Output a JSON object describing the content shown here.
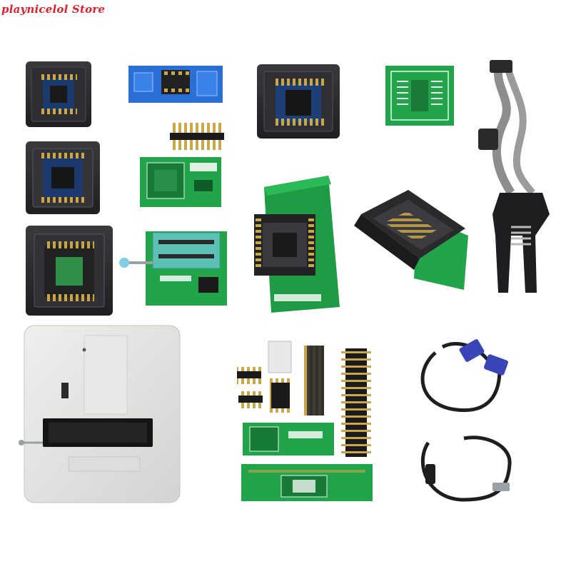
{
  "watermark": {
    "text": "playnicelol Store",
    "color": "#e0202a"
  },
  "colors": {
    "pcb_green": "#21a44a",
    "pcb_blue": "#2a6fd6",
    "socket_black": "#2b2b2e",
    "programmer_shell": "#e4e4e2",
    "pin_gold": "#c9a646",
    "cable_black": "#1e1e1e",
    "vga_blue": "#3a45b8"
  },
  "items": [
    "soic8-socket",
    "blue-spi-adapter",
    "soic16-socket",
    "green-sop-adapter",
    "soic-test-clip",
    "soic8-wide-socket",
    "pin-header-strip",
    "green-qfn-adapter",
    "tsop48-adapter",
    "tsop-socket-adapter",
    "soic-zif-socket",
    "zif-1-8v-adapter",
    "universal-programmer",
    "pin-headers",
    "long-pin-header",
    "usb-vga-cables"
  ]
}
